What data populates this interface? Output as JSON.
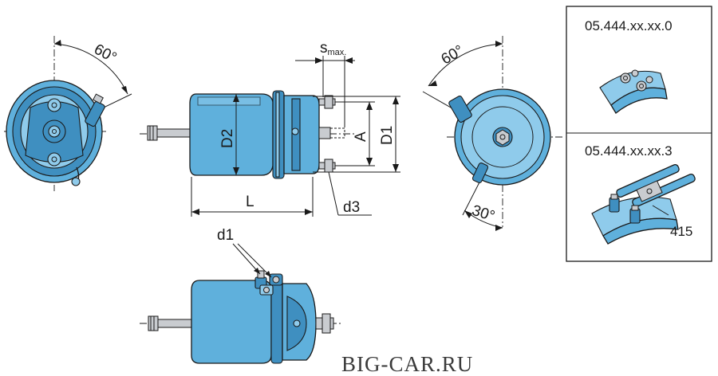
{
  "colors": {
    "body_blue": "#5fb0dc",
    "body_light": "#8fcbeb",
    "body_dark": "#3f8fc0",
    "ink": "#1a1a1a"
  },
  "labels": {
    "angle_left": "60°",
    "angle_right": "60°",
    "angle_bottom": "30°",
    "smax_main": "s",
    "smax_sub": "max.",
    "D2": "D2",
    "A": "A",
    "D1": "D1",
    "L": "L",
    "d3": "d3",
    "d1": "d1"
  },
  "variants": [
    {
      "code": "05.444.xx.xx.0"
    },
    {
      "code": "05.444.xx.xx.3",
      "part_number": "415"
    }
  ],
  "watermark": "BIG-CAR.RU"
}
